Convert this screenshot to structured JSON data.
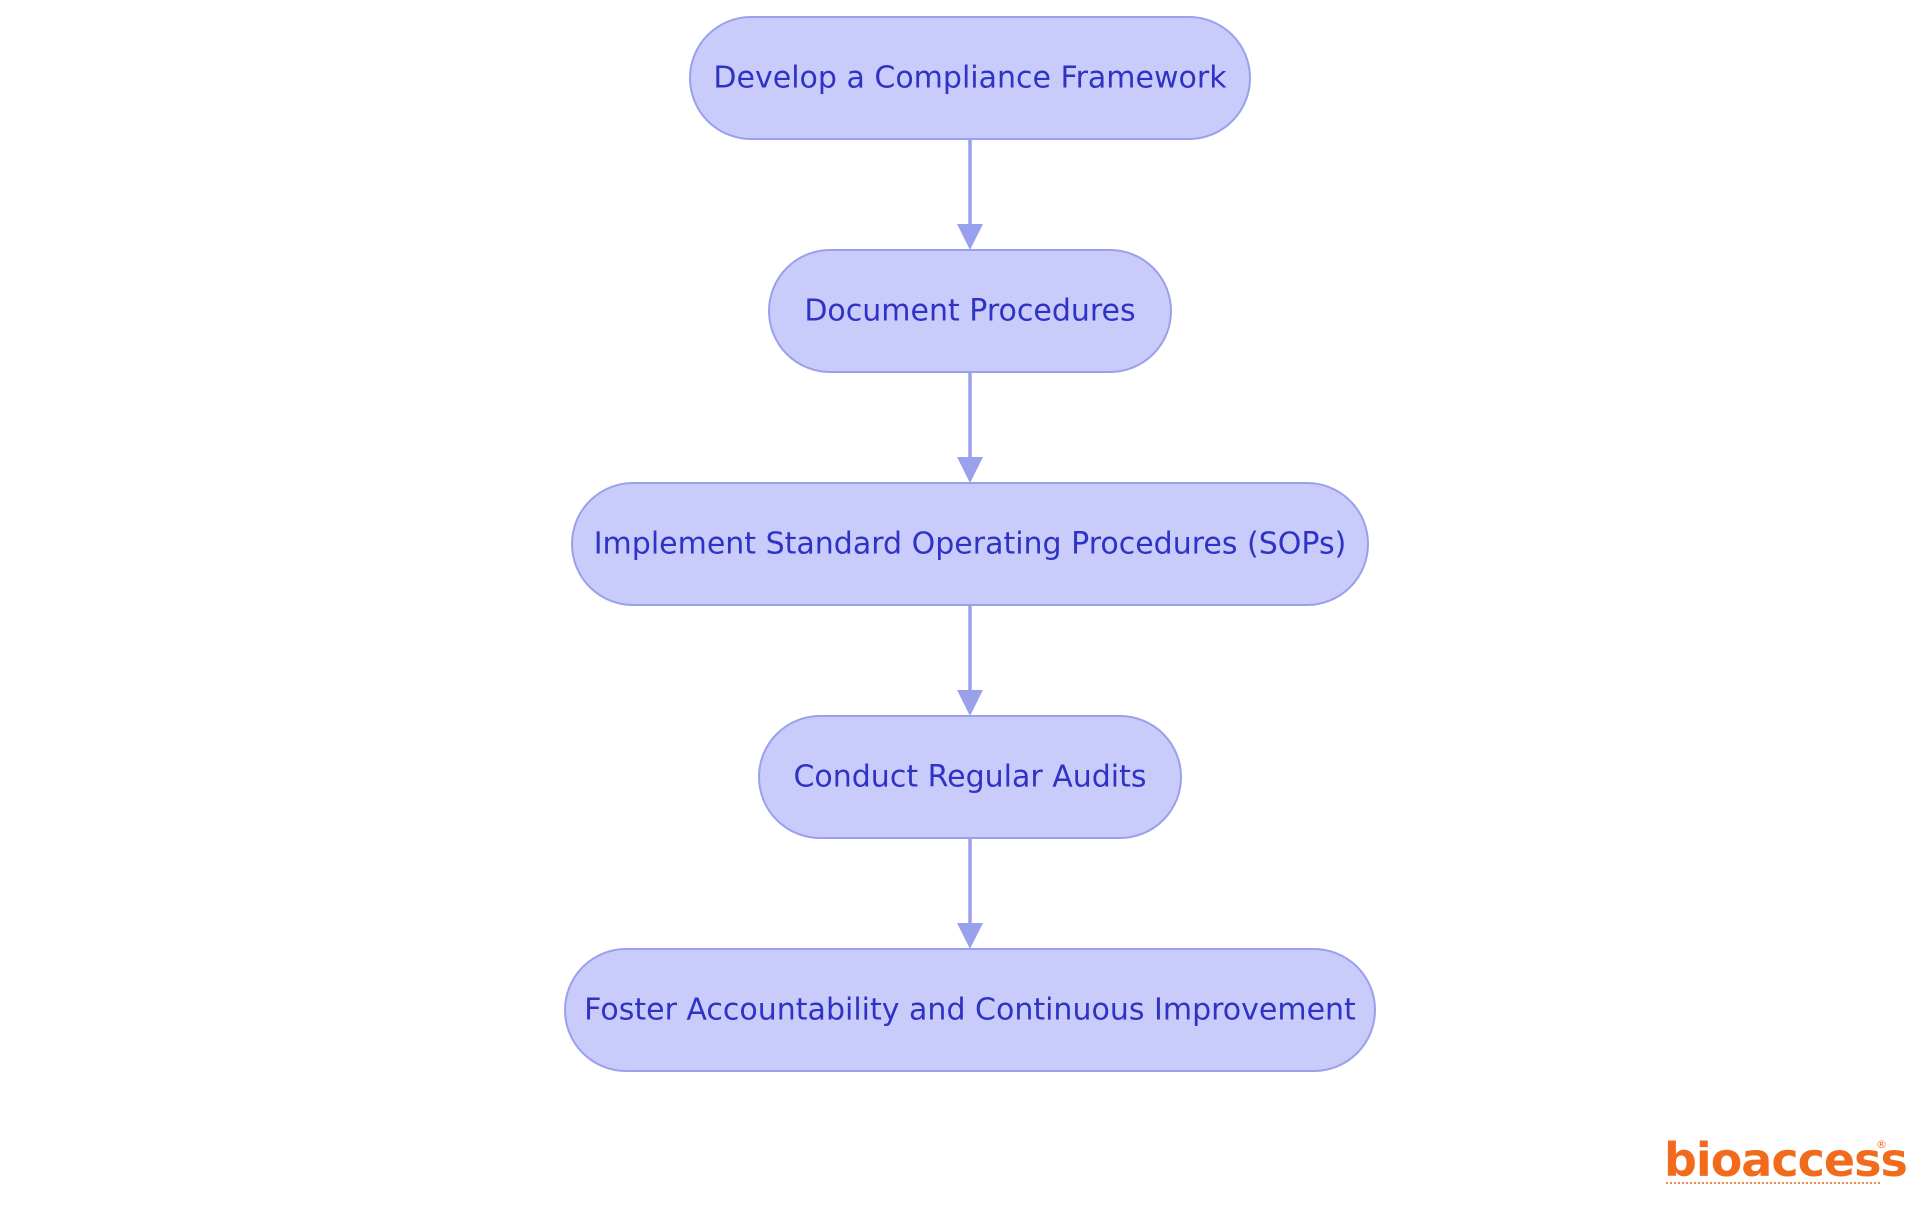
{
  "colors": {
    "node_fill": "#c9cbfb",
    "node_stroke": "#9aa1ec",
    "node_text": "#2f33c4",
    "edge": "#9aa1ec",
    "logo": "#f26b1d"
  },
  "nodes": [
    {
      "id": "develop-compliance-framework",
      "label": "Develop a Compliance Framework"
    },
    {
      "id": "document-procedures",
      "label": "Document Procedures"
    },
    {
      "id": "implement-sops",
      "label": "Implement Standard Operating Procedures (SOPs)"
    },
    {
      "id": "conduct-regular-audits",
      "label": "Conduct Regular Audits"
    },
    {
      "id": "foster-accountability",
      "label": "Foster Accountability and Continuous Improvement"
    }
  ],
  "edges": [
    {
      "from": "develop-compliance-framework",
      "to": "document-procedures"
    },
    {
      "from": "document-procedures",
      "to": "implement-sops"
    },
    {
      "from": "implement-sops",
      "to": "conduct-regular-audits"
    },
    {
      "from": "conduct-regular-audits",
      "to": "foster-accountability"
    }
  ],
  "logo": {
    "text": "bioaccess",
    "registered_mark": "®"
  }
}
